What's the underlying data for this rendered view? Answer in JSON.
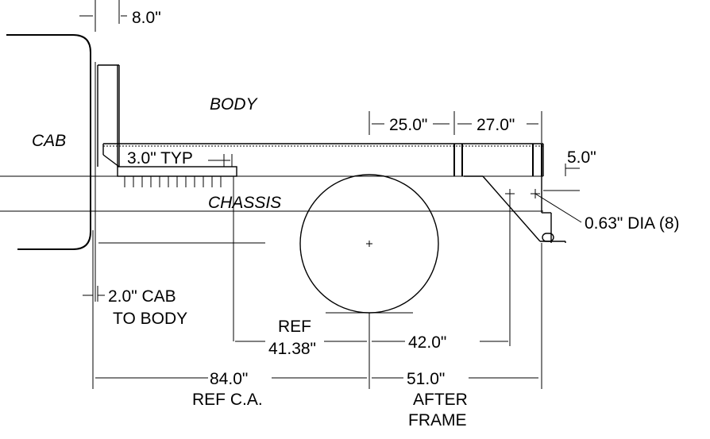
{
  "labels": {
    "cab": "CAB",
    "body": "BODY",
    "chassis": "CHASSIS"
  },
  "dimensions": {
    "top_offset": "8.0\"",
    "cutout_a": "25.0\"",
    "cutout_b": "27.0\"",
    "mount_spacing": "3.0\" TYP",
    "vertical_offset": "5.0\"",
    "hole": "0.63\" DIA (8)",
    "cab_to_body_1": "2.0\" CAB",
    "cab_to_body_2": "TO BODY",
    "ref_top": "REF",
    "ref_value": "41.38\"",
    "axle_to_hole": "42.0\"",
    "ca_value": "84.0\"",
    "ca_label": "REF C.A.",
    "af_value": "51.0\"",
    "af_label_1": "AFTER",
    "af_label_2": "FRAME"
  },
  "colors": {
    "line": "#000000",
    "background": "#ffffff"
  }
}
